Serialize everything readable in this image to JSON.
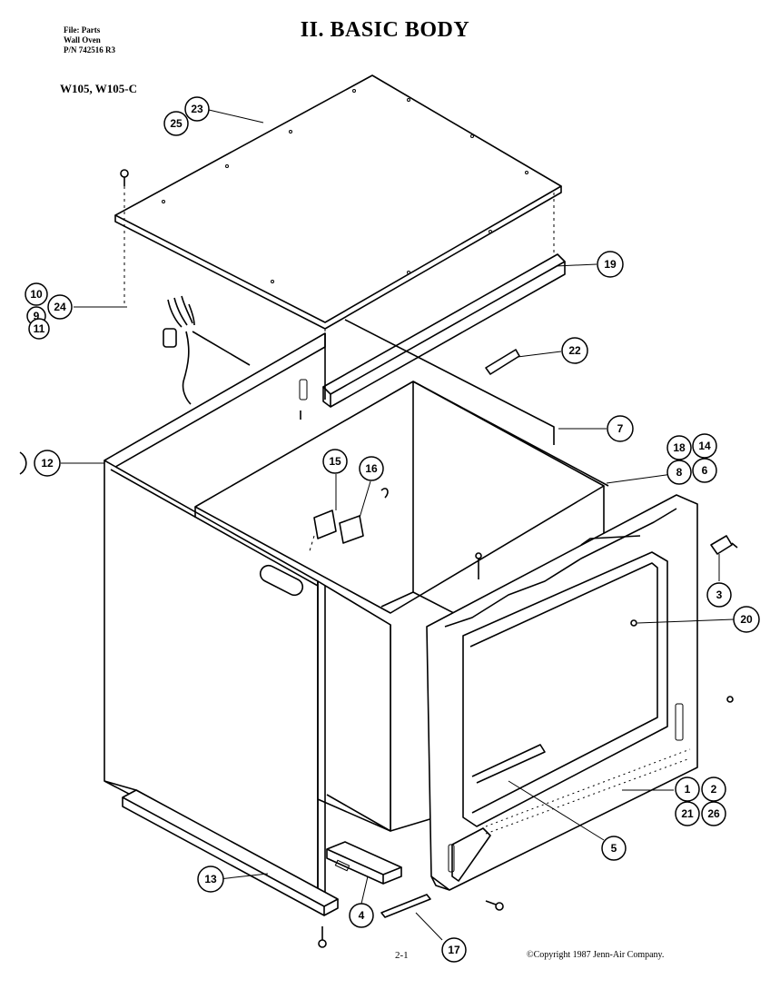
{
  "header": {
    "file_line": "File: Parts",
    "product_line": "Wall Oven",
    "pn_line": "P/N 742516 R3",
    "title": "II. BASIC BODY",
    "models": "W105, W105-C"
  },
  "footer": {
    "page_number": "2-1",
    "copyright": "©Copyright 1987 Jenn-Air Company."
  },
  "callouts": [
    {
      "id": "c23",
      "label": "23"
    },
    {
      "id": "c25",
      "label": "25"
    },
    {
      "id": "c19",
      "label": "19"
    },
    {
      "id": "c10",
      "label": "10"
    },
    {
      "id": "c24",
      "label": "24"
    },
    {
      "id": "c9",
      "label": "9"
    },
    {
      "id": "c11",
      "label": "11"
    },
    {
      "id": "c22",
      "label": "22"
    },
    {
      "id": "c7",
      "label": "7"
    },
    {
      "id": "c12",
      "label": "12"
    },
    {
      "id": "c18",
      "label": "18"
    },
    {
      "id": "c14",
      "label": "14"
    },
    {
      "id": "c8",
      "label": "8"
    },
    {
      "id": "c6",
      "label": "6"
    },
    {
      "id": "c15",
      "label": "15"
    },
    {
      "id": "c16",
      "label": "16"
    },
    {
      "id": "c3",
      "label": "3"
    },
    {
      "id": "c20",
      "label": "20"
    },
    {
      "id": "c1",
      "label": "1"
    },
    {
      "id": "c2",
      "label": "2"
    },
    {
      "id": "c21",
      "label": "21"
    },
    {
      "id": "c26",
      "label": "26"
    },
    {
      "id": "c5",
      "label": "5"
    },
    {
      "id": "c13",
      "label": "13"
    },
    {
      "id": "c4",
      "label": "4"
    },
    {
      "id": "c17",
      "label": "17"
    }
  ]
}
